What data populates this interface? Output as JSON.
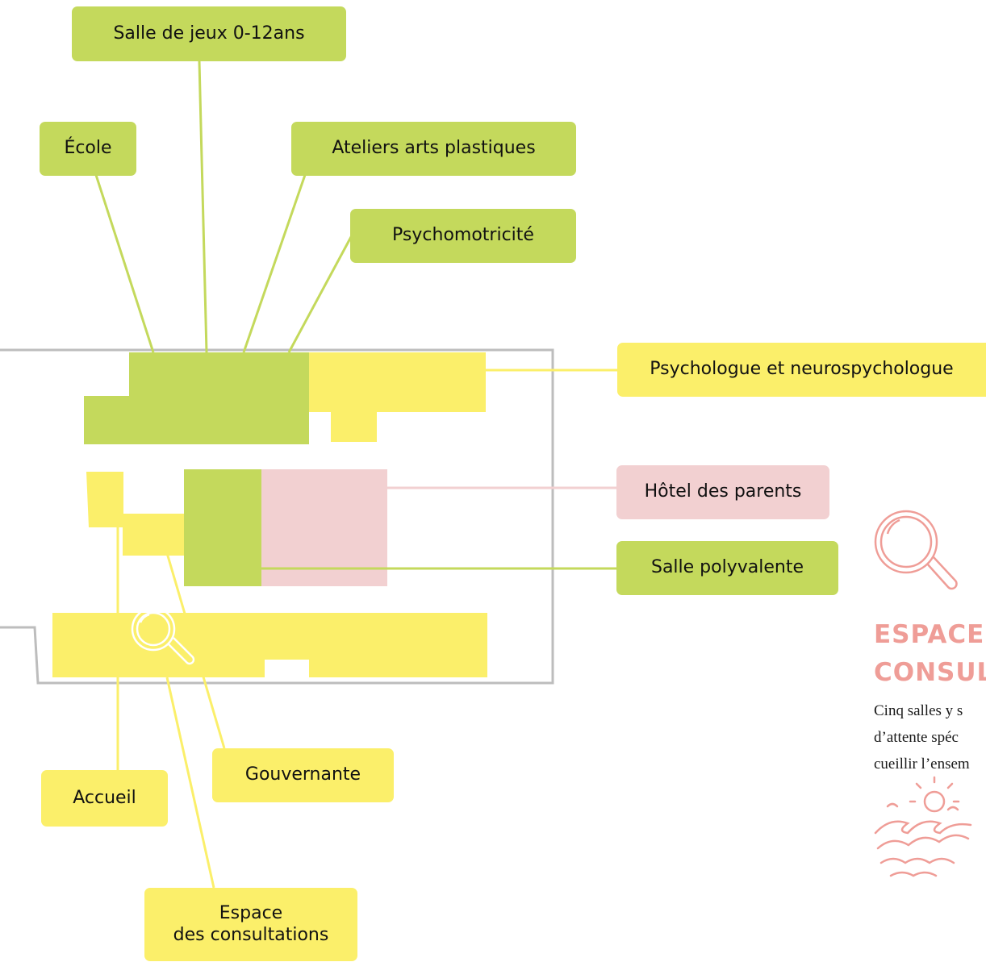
{
  "colors": {
    "green": "#c4d95c",
    "yellow": "#fbef6a",
    "pink": "#f2d0d1",
    "outline": "#bdbdbd",
    "accent": "#ef9d97"
  },
  "labels": {
    "salle_de_jeux": "Salle de jeux 0-12ans",
    "ecole": "École",
    "ateliers": "Ateliers arts plastiques",
    "psychomotricite": "Psychomotricité",
    "psychologue": "Psychologue et neurospychologue",
    "hotel_parents": "Hôtel des parents",
    "salle_polyvalente": "Salle polyvalente",
    "gouvernante": "Gouvernante",
    "accueil": "Accueil",
    "espace_line1": "Espace",
    "espace_line2": "des consultations"
  },
  "sidebar": {
    "title_line1": "ESPACE",
    "title_line2": "CONSUL",
    "text_line1": "Cinq salles y s",
    "text_line2": "d’attente spéc",
    "text_line3": "cueillir l’ensem"
  },
  "icons": [
    "magnifier-icon",
    "sun-waves-icon"
  ]
}
